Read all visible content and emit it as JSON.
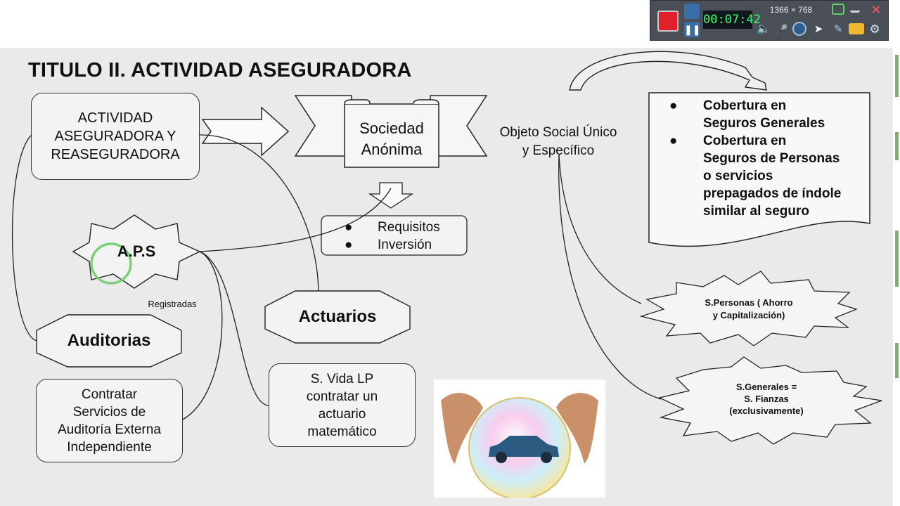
{
  "toolbar": {
    "timer": "00:07:42",
    "resolution": "1366 × 768",
    "icons": [
      "record-stop-icon",
      "camera-icon",
      "pause-icon",
      "speaker-icon",
      "microphone-icon",
      "webcam-icon",
      "cursor-icon",
      "pen-icon",
      "folder-icon",
      "settings-gear-icon",
      "window-restore-icon",
      "minimize-icon",
      "close-icon"
    ]
  },
  "slide": {
    "title": "TITULO II. ACTIVIDAD ASEGURADORA",
    "actividad": "ACTIVIDAD\nASEGURADORA Y\nREASEGURADORA",
    "sociedad": "Sociedad\nAnónima",
    "objeto": "Objeto Social Único\ny Específico",
    "requisitos": [
      "Requisitos",
      "Inversión"
    ],
    "aps": "A.P.S",
    "registradas": "Registradas",
    "actuarios": "Actuarios",
    "auditorias": "Auditorias",
    "contratar": "Contratar\nServicios de\nAuditoría Externa\nIndependiente",
    "svida": "S. Vida LP\ncontratar un\nactuario\nmatemático",
    "cobertura": [
      "Cobertura en\nSeguros Generales",
      "Cobertura en\nSeguros de Personas\no servicios\nprepagados de índole\nsimilar al seguro"
    ],
    "spersonas": "S.Personas ( Ahorro\ny Capitalización)",
    "sgenerales": "S.Generales  =\nS. Fianzas\n(exclusivamente)"
  },
  "colors": {
    "slide_bg": "#eaeaea",
    "highlight_circle": "#7ad07a",
    "record": "#e0202a",
    "timer": "#39ff6a"
  }
}
